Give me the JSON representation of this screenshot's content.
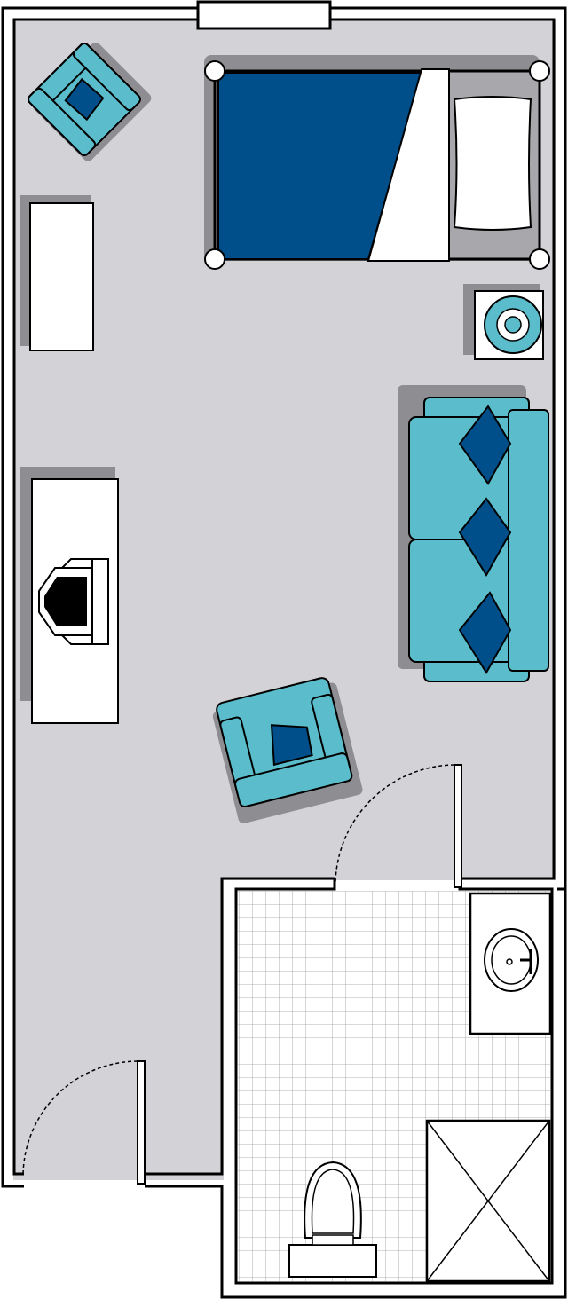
{
  "colors": {
    "floor": "#d3d2d7",
    "wall": "#000000",
    "shadow": "#8e8d92",
    "teal": "#5bbdcb",
    "navy": "#004f8b",
    "white": "#ffffff",
    "tile_line": "#8a8a90"
  },
  "rooms": [
    "main-room",
    "bathroom"
  ],
  "furniture": [
    "bed",
    "armchair",
    "dresser",
    "nightstand-lamp",
    "sofa",
    "desk",
    "television",
    "armchair",
    "sink-vanity",
    "shower",
    "toilet"
  ]
}
